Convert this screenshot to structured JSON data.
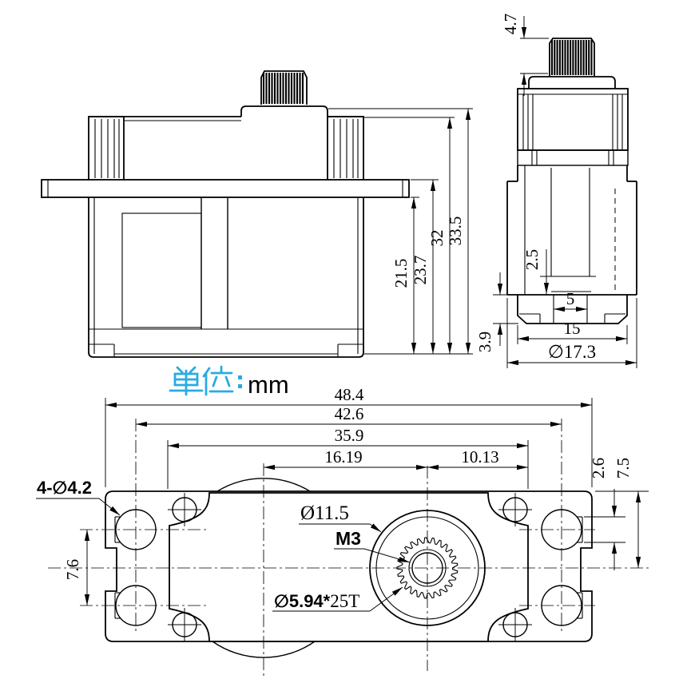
{
  "unit": {
    "text": "单位：mm",
    "latin": "mm"
  },
  "side_view": {
    "dims": {
      "h1": "21.5",
      "h2": "23.7",
      "h3": "32",
      "h4": "33.5"
    }
  },
  "end_view": {
    "dims": {
      "spline_h": "4.7",
      "step": "2.5",
      "foot_w": "5",
      "cap_w": "15",
      "cap_h": "3.9",
      "dia": "∅17.3"
    }
  },
  "top_view": {
    "dims": {
      "len": "48.4",
      "hole_span": "42.6",
      "case_len": "35.9",
      "center_to_gear": "16.19",
      "gear_to_edge": "10.13",
      "slot_w": "2.6",
      "half_w": "7.5",
      "hole_pitch": "7.6"
    },
    "labels": {
      "mount_holes": "4-∅4.2",
      "boss": "Ø11.5",
      "screw": "M3",
      "spline_bold": "∅5.94*",
      "spline_rest": "25T"
    }
  },
  "colors": {
    "accent": "#29ABE2",
    "line": "#000000",
    "bg": "#ffffff"
  }
}
